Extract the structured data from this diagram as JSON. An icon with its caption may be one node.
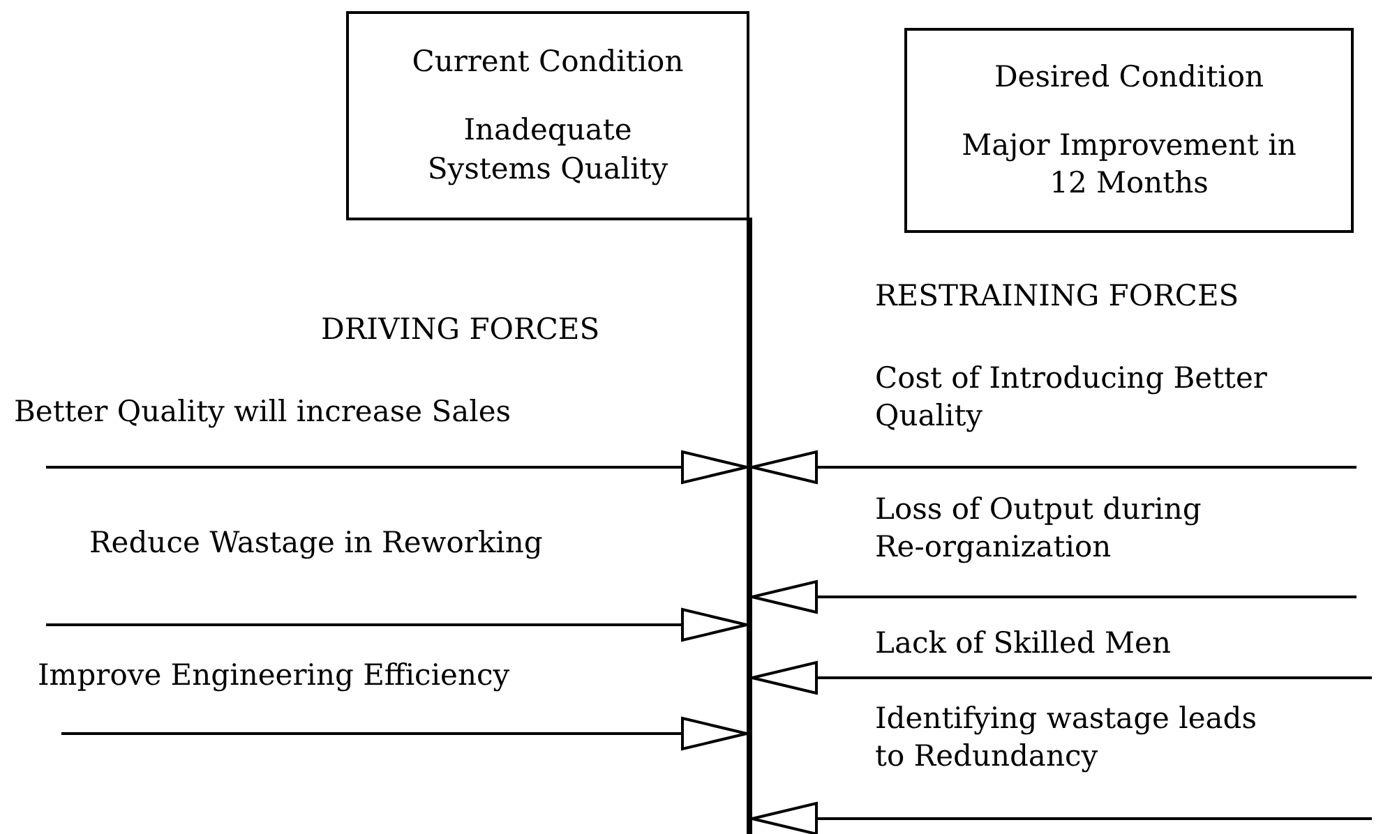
{
  "diagram": {
    "nodes": [
      {
        "text": [
          "Current Condition",
          "Inadequate Systems Quality"
        ]
      },
      {
        "text": [
          "Desired Condition",
          "Major Improvement in 12 Months"
        ]
      },
      {
        "text": [],
        "shape": "bar"
      }
    ],
    "edges": [
      {
        "from": null,
        "to": 2,
        "arrow": "to",
        "label": "Better Quality will increase Sales"
      },
      {
        "from": null,
        "to": 2,
        "arrow": "to",
        "label": "Reduce Wastage in Reworking"
      },
      {
        "from": null,
        "to": 2,
        "arrow": "to",
        "label": "Improve Engineering Efficiency"
      },
      {
        "from": null,
        "to": 2,
        "arrow": "to",
        "label": "Cost of Introducing Better Quality"
      },
      {
        "from": null,
        "to": 2,
        "arrow": "to",
        "label": "Loss of Output during Re-organization"
      },
      {
        "from": null,
        "to": 2,
        "arrow": "to",
        "label": "Lack of Skilled Men"
      },
      {
        "from": null,
        "to": 2,
        "arrow": "to",
        "label": "Identifying wastage leads to Redundancy"
      }
    ],
    "labels": [
      "DRIVING FORCES",
      "RESTRAINING FORCES"
    ]
  }
}
